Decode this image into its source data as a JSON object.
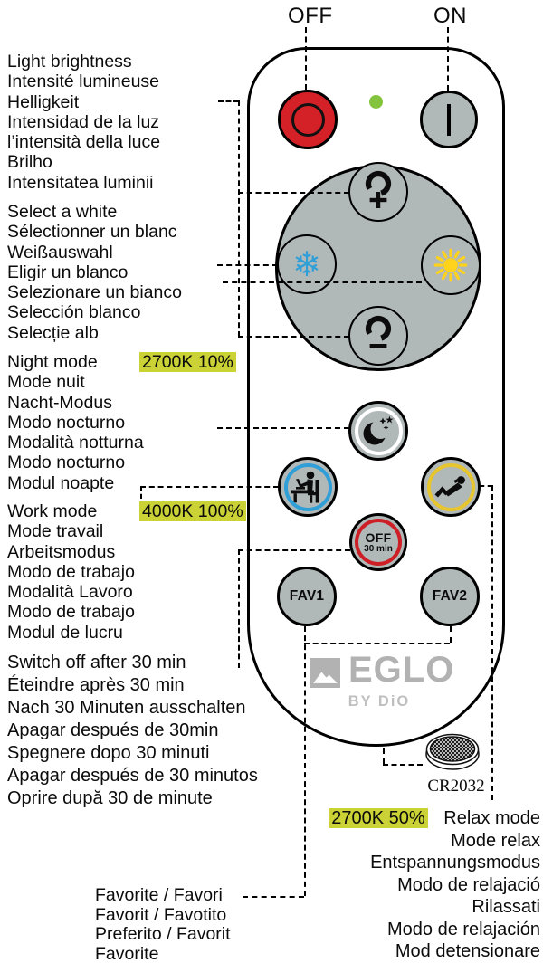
{
  "colors": {
    "gray-btn": "#b1b8b8",
    "red": "#d42127",
    "red-ring": "#cd2026",
    "blue": "#309fd7",
    "sun": "#ffd21c",
    "relax-ring": "#e6c52e",
    "led": "#84c43c",
    "highlight": "#cad235",
    "logo-gray": "#b2b2b2",
    "byline-gray": "#bfbfbf",
    "ink": "#0b0b0b"
  },
  "top_labels": {
    "off": "OFF",
    "on": "ON"
  },
  "annotations": {
    "brightness": {
      "lines": [
        "Light brightness",
        "Intensité lumineuse",
        "Helligkeit",
        "Intensidad de la luz",
        "l’intensità della luce",
        "Brilho",
        "Intensitatea luminii"
      ]
    },
    "select_white": {
      "lines": [
        "Select a white",
        "Sélectionner un blanc",
        "Weißauswahl",
        "Eligir un blanco",
        "Selezionare un bianco",
        "Selección blanco",
        "Selecție alb"
      ]
    },
    "night": {
      "label": "Night mode",
      "highlight": "2700K 10%",
      "lines": [
        "Mode nuit",
        "Nacht-Modus",
        "Modo nocturno",
        "Modalità notturna",
        "Modo nocturno",
        "Modul noapte"
      ]
    },
    "work": {
      "label": "Work mode",
      "highlight": "4000K 100%",
      "lines": [
        "Mode travail",
        "Arbeitsmodus",
        "Modo de trabajo",
        "Modalità Lavoro",
        "Modo de trabajo",
        "Modul de lucru"
      ]
    },
    "switch_off": {
      "lines": [
        "Switch off after 30 min",
        "Éteindre après 30 min",
        "Nach 30 Minuten ausschalten",
        "Apagar después de 30min",
        "Spegnere dopo 30 minuti",
        "Apagar después de 30 minutos",
        "Oprire după 30 de minute"
      ]
    },
    "relax": {
      "highlight": "2700K 50%",
      "label": "Relax mode",
      "lines": [
        "Mode relax",
        "Entspannungsmodus",
        "Modo de relajació",
        "Rilassati",
        "Modo de relajación",
        "Mod detensionare"
      ]
    },
    "favorite": {
      "lines": [
        "Favorite / Favori",
        "Favorit / Favotito",
        "Preferito / Favorit",
        "Favorite"
      ]
    }
  },
  "remote": {
    "fav1": "FAV1",
    "fav2": "FAV2",
    "off30": {
      "line1": "OFF",
      "line2": "30 min"
    },
    "brand": {
      "name": "EGLO",
      "byline": "BY DiO"
    },
    "battery_label": "CR2032"
  },
  "icons": {
    "snowflake": "❄"
  }
}
